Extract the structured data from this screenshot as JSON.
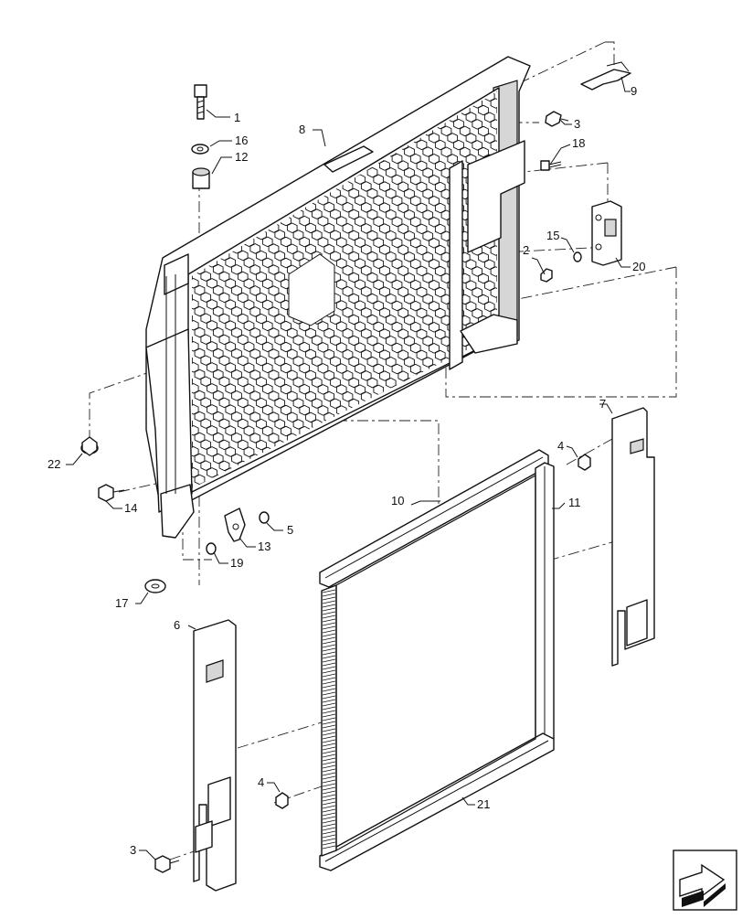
{
  "diagram": {
    "callouts": [
      {
        "id": "c1",
        "label": "1"
      },
      {
        "id": "c16",
        "label": "16"
      },
      {
        "id": "c12",
        "label": "12"
      },
      {
        "id": "c8",
        "label": "8"
      },
      {
        "id": "c9",
        "label": "9"
      },
      {
        "id": "c3a",
        "label": "3"
      },
      {
        "id": "c18",
        "label": "18"
      },
      {
        "id": "c2",
        "label": "2"
      },
      {
        "id": "c15",
        "label": "15"
      },
      {
        "id": "c20",
        "label": "20"
      },
      {
        "id": "c7",
        "label": "7"
      },
      {
        "id": "c4a",
        "label": "4"
      },
      {
        "id": "c22",
        "label": "22"
      },
      {
        "id": "c14",
        "label": "14"
      },
      {
        "id": "c5",
        "label": "5"
      },
      {
        "id": "c13",
        "label": "13"
      },
      {
        "id": "c19",
        "label": "19"
      },
      {
        "id": "c17",
        "label": "17"
      },
      {
        "id": "c10",
        "label": "10"
      },
      {
        "id": "c11",
        "label": "11"
      },
      {
        "id": "c6",
        "label": "6"
      },
      {
        "id": "c4b",
        "label": "4"
      },
      {
        "id": "c3b",
        "label": "3"
      },
      {
        "id": "c21",
        "label": "21"
      }
    ],
    "icons": {
      "nav": "next-page-arrow-icon"
    },
    "colors": {
      "line": "#111111",
      "shade": "#d6d6d6",
      "background": "#ffffff"
    }
  }
}
